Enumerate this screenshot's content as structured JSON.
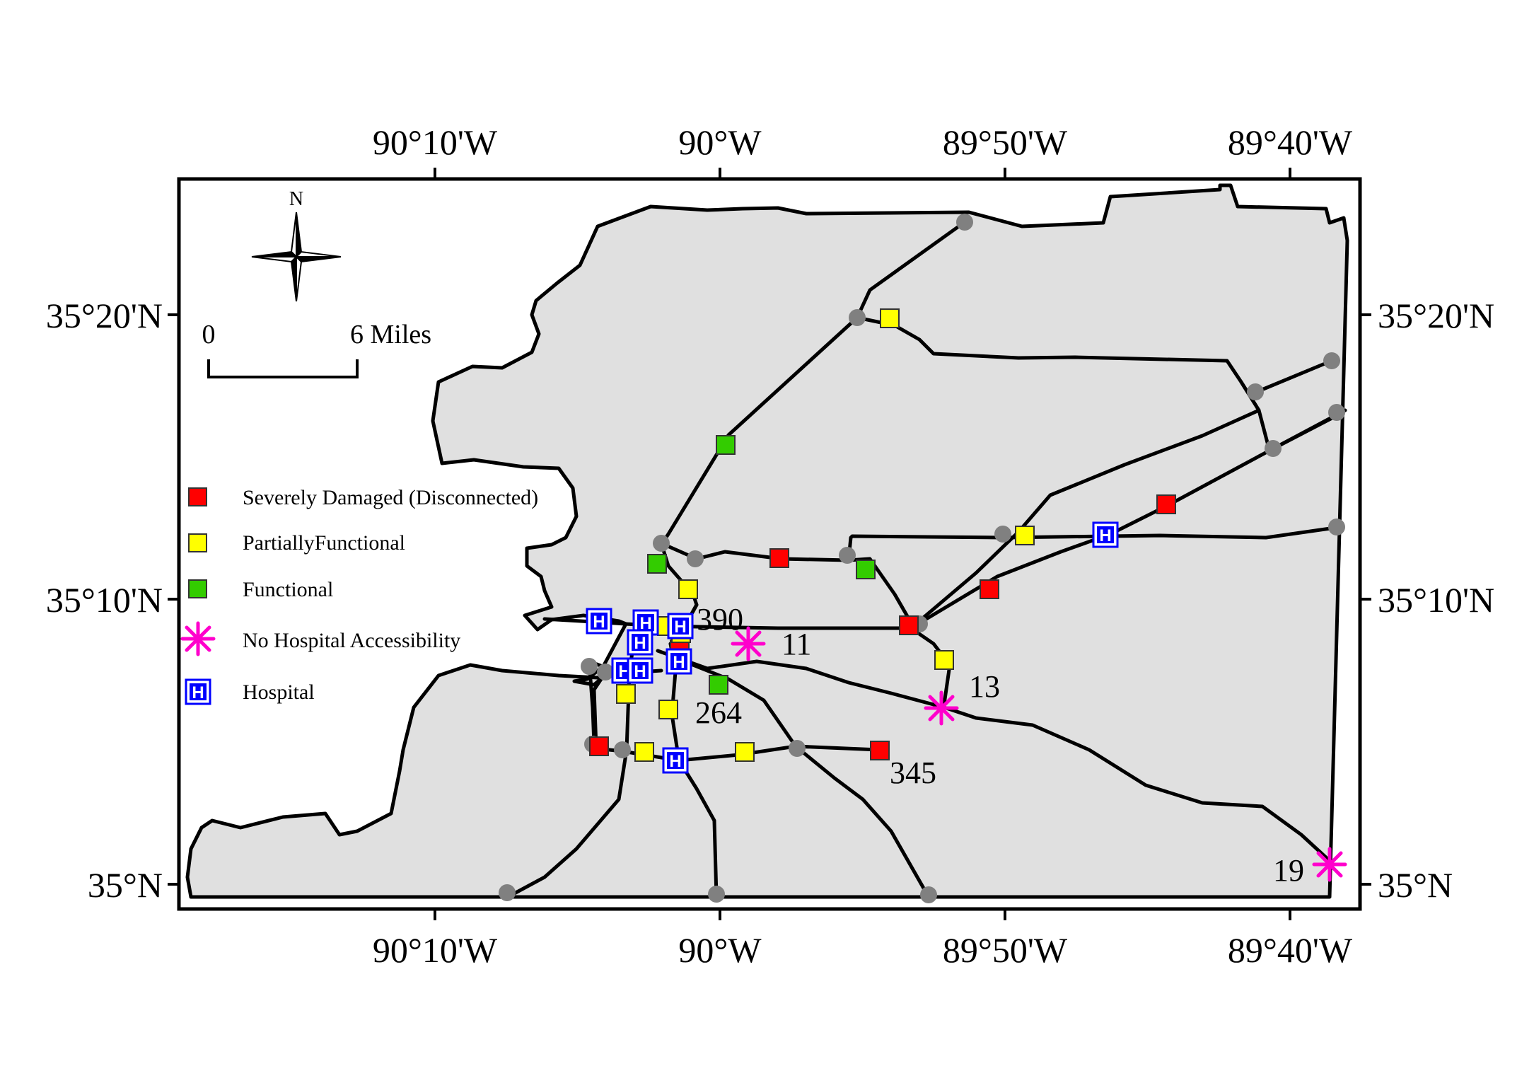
{
  "axes": {
    "top": [
      "90°10'W",
      "90°W",
      "89°50'W",
      "89°40'W"
    ],
    "bottom": [
      "90°10'W",
      "90°W",
      "89°50'W",
      "89°40'W"
    ],
    "left": [
      "35°20'N",
      "35°10'N",
      "35°N"
    ],
    "right": [
      "35°20'N",
      "35°10'N",
      "35°N"
    ]
  },
  "north_arrow": {
    "label": "N"
  },
  "scale_bar": {
    "start": "0",
    "end": "6 Miles"
  },
  "legend": {
    "severe": "Severely Damaged (Disconnected)",
    "partial": "PartiallyFunctional",
    "functional": "Functional",
    "no_access": "No Hospital Accessibility",
    "hospital": "Hospital"
  },
  "node_labels": {
    "n390": "390",
    "n11": "11",
    "n264": "264",
    "n13": "13",
    "n345": "345",
    "n19": "19"
  },
  "hospital_glyph": "H",
  "colors": {
    "land": "#e0e0e0",
    "severe": "#ff0000",
    "partial": "#ffff00",
    "functional": "#33cc00",
    "no_access": "#ff00cc",
    "hospital": "#0000ff",
    "junction": "#808080"
  }
}
